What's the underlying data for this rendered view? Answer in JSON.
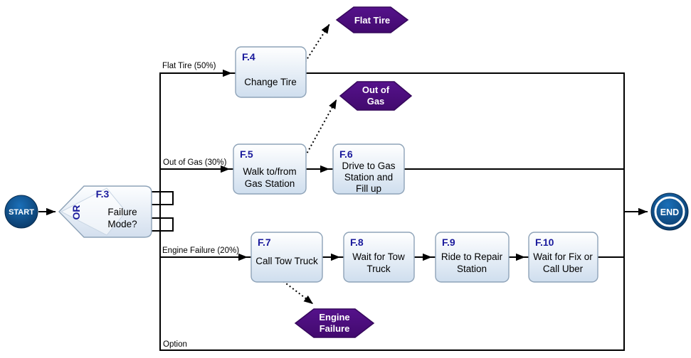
{
  "diagram": {
    "start": {
      "label": "START"
    },
    "end": {
      "label": "END"
    },
    "gateway": {
      "id": "F.3",
      "operator": "OR",
      "question_line1": "Failure",
      "question_line2": "Mode?"
    },
    "container": {
      "label": "Option"
    },
    "branch_labels": {
      "flat_tire": "Flat Tire (50%)",
      "out_of_gas": "Out of Gas (30%)",
      "engine_failure": "Engine Failure (20%)"
    },
    "tasks": {
      "f4": {
        "id": "F.4",
        "line1": "Change Tire"
      },
      "f5": {
        "id": "F.5",
        "line1": "Walk to/from",
        "line2": "Gas Station"
      },
      "f6": {
        "id": "F.6",
        "line1": "Drive to Gas",
        "line2": "Station and",
        "line3": "Fill up"
      },
      "f7": {
        "id": "F.7",
        "line1": "Call Tow Truck"
      },
      "f8": {
        "id": "F.8",
        "line1": "Wait for Tow",
        "line2": "Truck"
      },
      "f9": {
        "id": "F.9",
        "line1": "Ride to Repair",
        "line2": "Station"
      },
      "f10": {
        "id": "F.10",
        "line1": "Wait for Fix or",
        "line2": "Call Uber"
      }
    },
    "events": {
      "flat_tire": {
        "line1": "Flat Tire"
      },
      "out_of_gas": {
        "line1": "Out of",
        "line2": "Gas"
      },
      "engine_failure": {
        "line1": "Engine",
        "line2": "Failure"
      }
    },
    "colors": {
      "line": "#000000",
      "task_fill_top": "#ffffff",
      "task_fill_bottom": "#cfdeee",
      "task_stroke": "#8ea3b8",
      "task_id_text": "#1a1a9c",
      "event_fill": "#4a0d7e",
      "event_stroke": "#36085c",
      "event_text": "#ffffff",
      "terminal_fill_light": "#1a6fb8",
      "terminal_fill_dark": "#083059",
      "label_text": "#000000"
    }
  }
}
